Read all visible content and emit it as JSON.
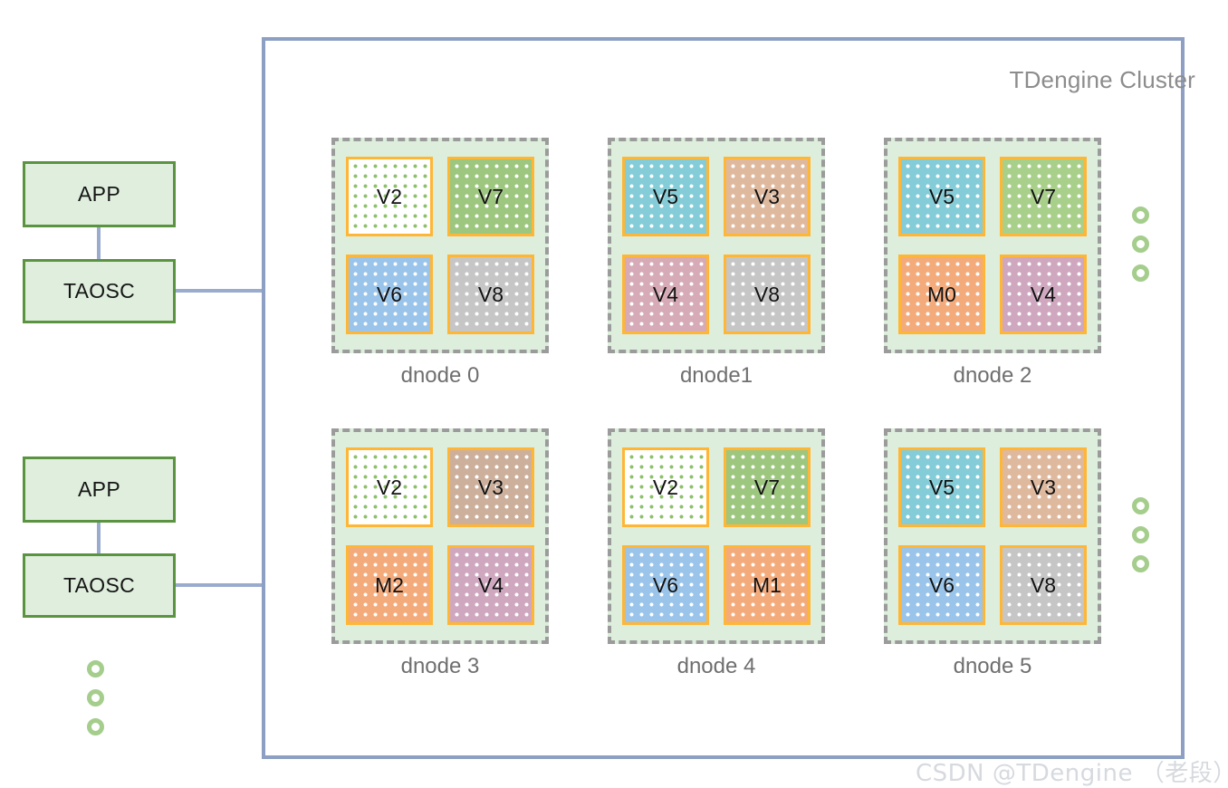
{
  "clients": [
    {
      "app_label": "APP",
      "taosc_label": "TAOSC"
    },
    {
      "app_label": "APP",
      "taosc_label": "TAOSC"
    }
  ],
  "cluster": {
    "title": "TDengine Cluster",
    "border_color": "#8d9fc2"
  },
  "dnodes": [
    {
      "label": "dnode 0",
      "nodes": [
        {
          "label": "V2",
          "fill": "#ffffff",
          "dots": "green"
        },
        {
          "label": "V7",
          "fill": "#9dc67f",
          "dots": "white"
        },
        {
          "label": "V6",
          "fill": "#9ac4ea",
          "dots": "white"
        },
        {
          "label": "V8",
          "fill": "#c6c6c6",
          "dots": "white"
        }
      ]
    },
    {
      "label": "dnode1",
      "nodes": [
        {
          "label": "V5",
          "fill": "#84ccd7",
          "dots": "white"
        },
        {
          "label": "V3",
          "fill": "#dfb99e",
          "dots": "white"
        },
        {
          "label": "V4",
          "fill": "#d6aab6",
          "dots": "white"
        },
        {
          "label": "V8",
          "fill": "#c6c6c6",
          "dots": "white"
        }
      ]
    },
    {
      "label": "dnode 2",
      "nodes": [
        {
          "label": "V5",
          "fill": "#84ccd7",
          "dots": "white"
        },
        {
          "label": "V7",
          "fill": "#a9d08a",
          "dots": "white"
        },
        {
          "label": "M0",
          "fill": "#f4ab7c",
          "dots": "white"
        },
        {
          "label": "V4",
          "fill": "#cfa8c0",
          "dots": "white"
        }
      ]
    },
    {
      "label": "dnode 3",
      "nodes": [
        {
          "label": "V2",
          "fill": "#ffffff",
          "dots": "green"
        },
        {
          "label": "V3",
          "fill": "#cdb09c",
          "dots": "white"
        },
        {
          "label": "M2",
          "fill": "#f4ab7c",
          "dots": "white"
        },
        {
          "label": "V4",
          "fill": "#cfa8c0",
          "dots": "white"
        }
      ]
    },
    {
      "label": "dnode 4",
      "nodes": [
        {
          "label": "V2",
          "fill": "#ffffff",
          "dots": "green"
        },
        {
          "label": "V7",
          "fill": "#9dc67f",
          "dots": "white"
        },
        {
          "label": "V6",
          "fill": "#9ac4ea",
          "dots": "white"
        },
        {
          "label": "M1",
          "fill": "#f4ab7c",
          "dots": "white"
        }
      ]
    },
    {
      "label": "dnode 5",
      "nodes": [
        {
          "label": "V5",
          "fill": "#84ccd7",
          "dots": "white"
        },
        {
          "label": "V3",
          "fill": "#dfb99e",
          "dots": "white"
        },
        {
          "label": "V6",
          "fill": "#9ac4ea",
          "dots": "white"
        },
        {
          "label": "V8",
          "fill": "#c6c6c6",
          "dots": "white"
        }
      ]
    }
  ],
  "ellipsis": {
    "dot_color": "#a5cd8c",
    "count": 3
  },
  "watermark": "CSDN @TDengine （老段）"
}
